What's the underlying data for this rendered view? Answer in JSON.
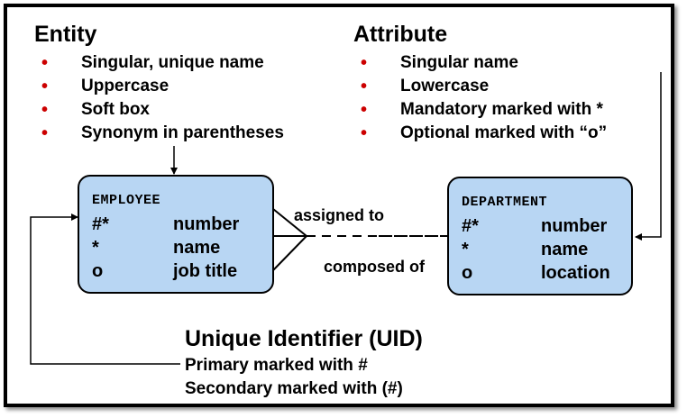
{
  "entity_legend": {
    "title": "Entity",
    "bullets": [
      "Singular, unique name",
      "Uppercase",
      "Soft box",
      "Synonym in parentheses"
    ]
  },
  "attribute_legend": {
    "title": "Attribute",
    "bullets": [
      "Singular name",
      "Lowercase",
      "Mandatory marked with *",
      "Optional marked with “o”"
    ]
  },
  "bullet_glyph": "•",
  "employee": {
    "name": "EMPLOYEE",
    "attributes": [
      {
        "mark": "#*",
        "name": "number"
      },
      {
        "mark": "*",
        "name": "name"
      },
      {
        "mark": "o",
        "name": "job title"
      }
    ]
  },
  "department": {
    "name": "DEPARTMENT",
    "attributes": [
      {
        "mark": "#*",
        "name": "number"
      },
      {
        "mark": "*",
        "name": "name"
      },
      {
        "mark": "o",
        "name": "location"
      }
    ]
  },
  "relationship": {
    "top_label": "assigned to",
    "bottom_label": "composed of"
  },
  "uid": {
    "title": "Unique Identifier (UID)",
    "lines": [
      "Primary marked with #",
      "Secondary marked with (#)"
    ]
  },
  "colors": {
    "entity_fill": "#b8d6f3",
    "bullet": "#cc0000",
    "border": "#000000"
  }
}
